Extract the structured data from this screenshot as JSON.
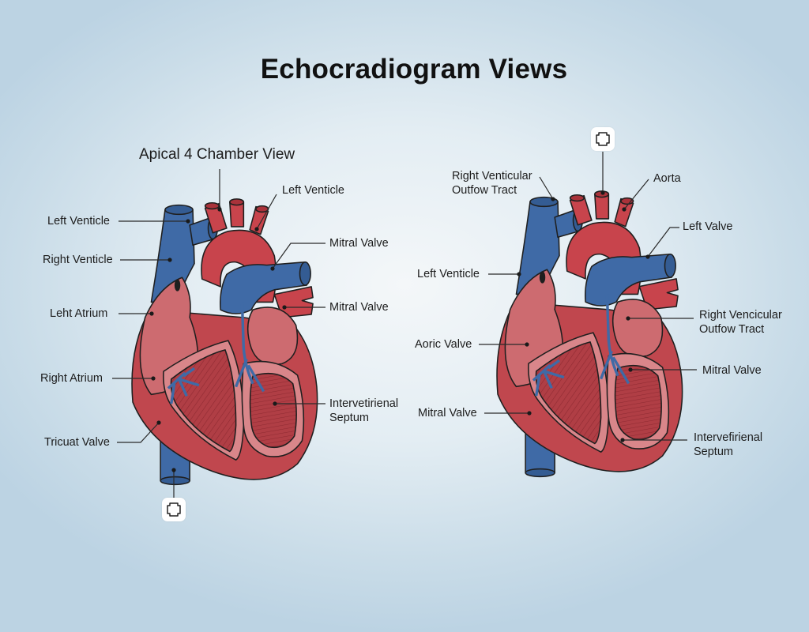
{
  "title": "Echocradiogram Views",
  "colors": {
    "background_center": "#f4f7f9",
    "background_edge": "#bcd3e3",
    "vessel_blue": "#3f6aa6",
    "vessel_red": "#c8444c",
    "myocardium": "#b94a4f",
    "chamber_light": "#d9868a",
    "outline": "#1f1f1f"
  },
  "left_view": {
    "title": "Apical 4 Chamber View",
    "labels": {
      "top_left_ventricle": "Left Venticle",
      "left_ventricle": "Left Venticle",
      "right_ventricle": "Right Venticle",
      "left_atrium": "Leht Atrium",
      "right_atrium": "Right Atrium",
      "tricuspid_valve": "Tricuat Valve",
      "mitral_valve_upper": "Mitral Valve",
      "mitral_valve_lower": "Mitral Valve",
      "septum_line1": "Intervetirienal",
      "septum_line2": "Septum"
    },
    "marker_icon": "probe-marker-icon"
  },
  "right_view": {
    "labels": {
      "rvot_line1": "Right Venticular",
      "rvot_line2": "Outfow Tract",
      "aorta": "Aorta",
      "left_valve": "Left Valve",
      "left_ventricle": "Left Venticle",
      "aortic_valve": "Aoric Valve",
      "mitral_valve_left": "Mitral Valve",
      "rvot2_line1": "Right Vencicular",
      "rvot2_line2": "Outfow Tract",
      "mitral_valve_right": "Mitral Valve",
      "septum_line1": "Intervefirienal",
      "septum_line2": "Septum"
    },
    "marker_icon": "probe-marker-icon"
  }
}
